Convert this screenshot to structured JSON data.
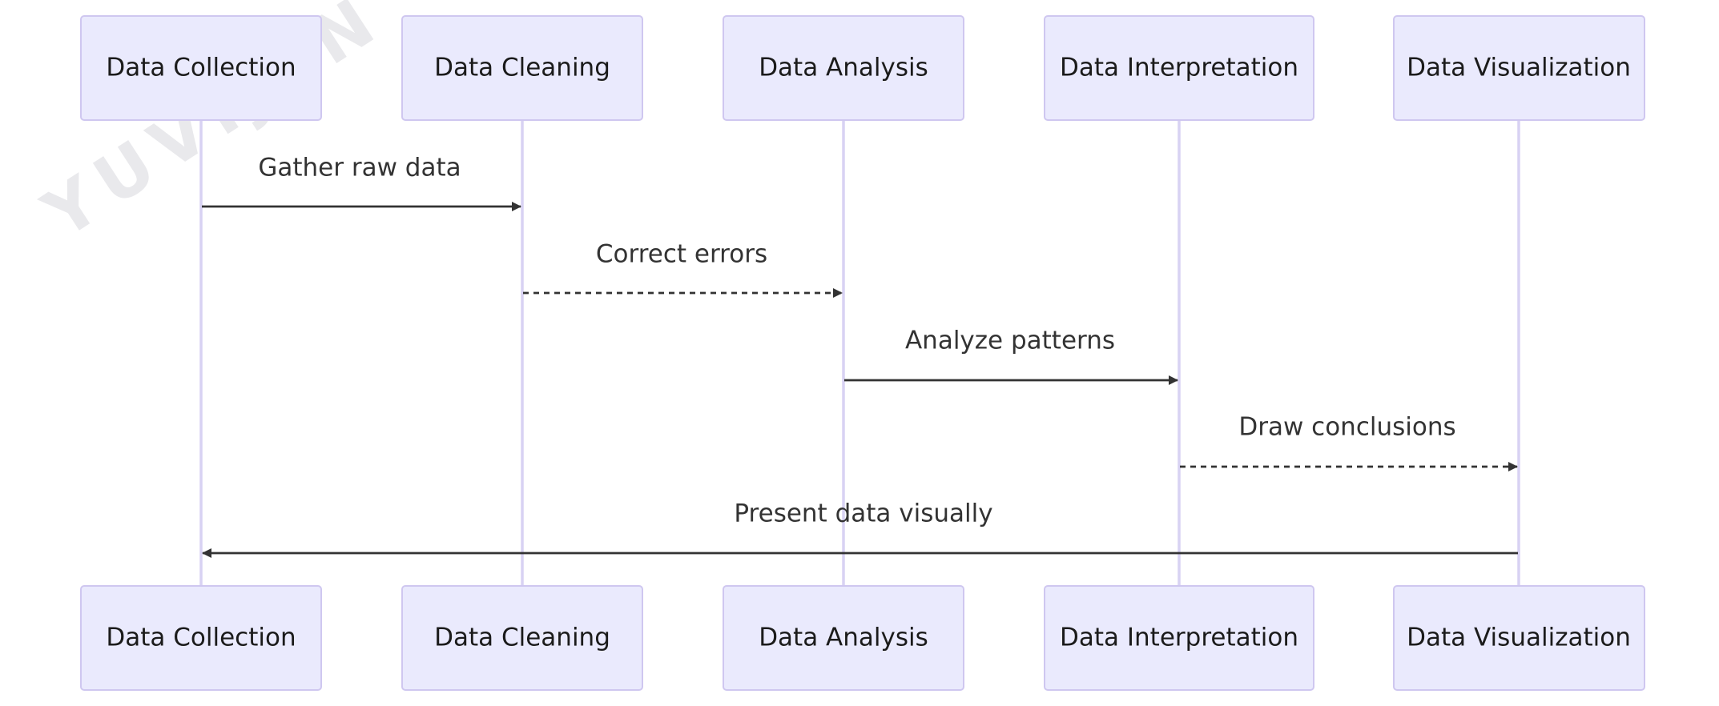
{
  "watermark": "YUVIJEN",
  "actors": [
    {
      "id": "collection",
      "label": "Data Collection"
    },
    {
      "id": "cleaning",
      "label": "Data Cleaning"
    },
    {
      "id": "analysis",
      "label": "Data Analysis"
    },
    {
      "id": "interpretation",
      "label": "Data Interpretation"
    },
    {
      "id": "visualization",
      "label": "Data Visualization"
    }
  ],
  "messages": [
    {
      "from": "collection",
      "to": "cleaning",
      "label": "Gather raw data",
      "style": "solid"
    },
    {
      "from": "cleaning",
      "to": "analysis",
      "label": "Correct errors",
      "style": "dashed"
    },
    {
      "from": "analysis",
      "to": "interpretation",
      "label": "Analyze patterns",
      "style": "solid"
    },
    {
      "from": "interpretation",
      "to": "visualization",
      "label": "Draw conclusions",
      "style": "dashed"
    },
    {
      "from": "visualization",
      "to": "collection",
      "label": "Present data visually",
      "style": "solid"
    }
  ],
  "colors": {
    "actor_fill": "#eaeafd",
    "actor_border": "#cfc7f0",
    "lifeline": "#d8d2f3",
    "arrow": "#333333"
  }
}
